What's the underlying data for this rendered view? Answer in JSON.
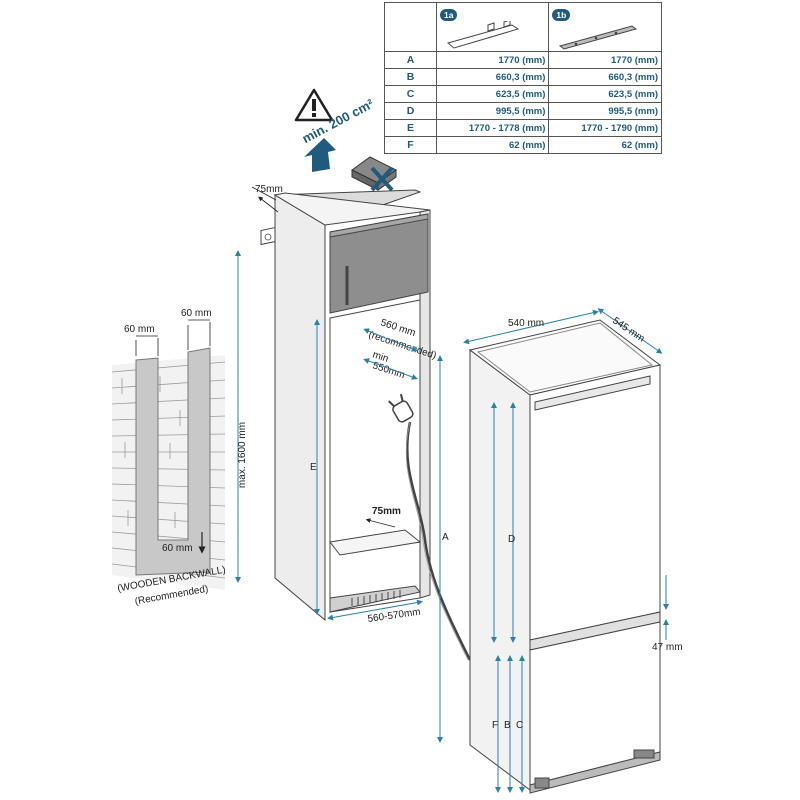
{
  "table": {
    "header": {
      "col_a": "1a",
      "col_b": "1b"
    },
    "rows": [
      {
        "label": "A",
        "a": "1770 (mm)",
        "b": "1770 (mm)"
      },
      {
        "label": "B",
        "a": "660,3 (mm)",
        "b": "660,3 (mm)"
      },
      {
        "label": "C",
        "a": "623,5 (mm)",
        "b": "623,5 (mm)"
      },
      {
        "label": "D",
        "a": "995,5 (mm)",
        "b": "995,5 (mm)"
      },
      {
        "label": "E",
        "a": "1770 - 1778 (mm)",
        "b": "1770 - 1790 (mm)"
      },
      {
        "label": "F",
        "a": "62 (mm)",
        "b": "62 (mm)"
      }
    ]
  },
  "labels": {
    "min_area": "min. 200 cm²",
    "gap_75_top": "75mm",
    "max_1600": "max. 1600 mm",
    "w60_left": "60 mm",
    "w60_right": "60 mm",
    "gap_60_bottom": "60 mm",
    "wooden_backwall": "(WOODEN BACKWALL)",
    "recommended": "(Recommended)",
    "recess_560": "560 mm",
    "recess_recommended": "(recommended)",
    "recess_min": "min",
    "recess_550": "550mm",
    "gap_75_side": "75mm",
    "width_560_570": "560-570mm",
    "dim_E": "E",
    "width_540": "540 mm",
    "depth_545": "545 mm",
    "dim_A": "A",
    "dim_D": "D",
    "dim_F": "F",
    "dim_B": "B",
    "dim_C": "C",
    "gap_47": "47 mm"
  },
  "colors": {
    "accent": "#1f5b7f",
    "dim_line": "#2a82a8",
    "brick": "#d6d6d6",
    "brick_line": "#9a9a9a",
    "cabinet_line": "#444444"
  }
}
